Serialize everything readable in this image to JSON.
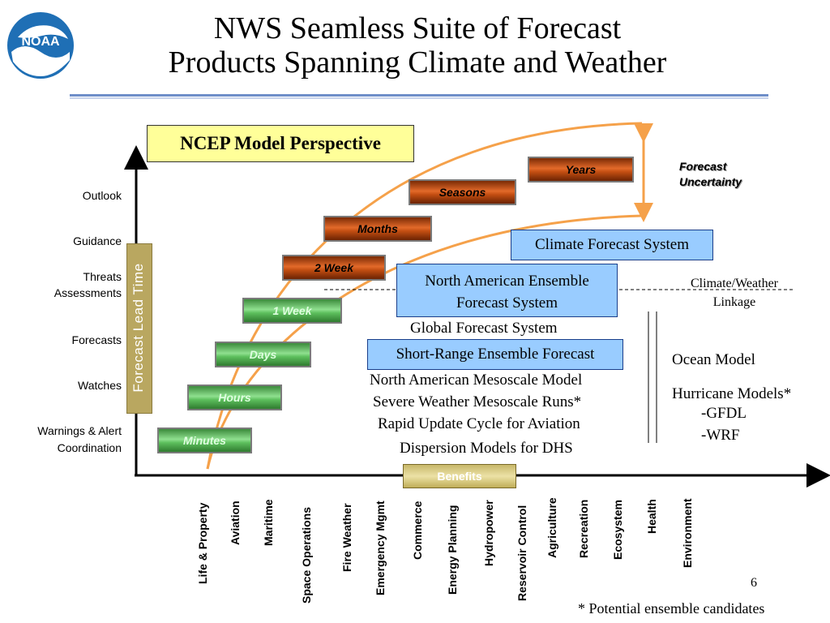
{
  "title_line1": "NWS Seamless Suite of Forecast",
  "title_line2": "Products Spanning Climate and Weather",
  "logo_text": "NOAA",
  "perspective_label": "NCEP Model Perspective",
  "y_axis": {
    "bar_label": "Forecast Lead Time",
    "labels": [
      "Outlook",
      "Guidance",
      "Threats",
      "Assessments",
      "Forecasts",
      "Watches",
      "Warnings & Alert",
      "Coordination"
    ]
  },
  "time_ranges": [
    "Minutes",
    "Hours",
    "Days",
    "1 Week",
    "2 Week",
    "Months",
    "Seasons",
    "Years"
  ],
  "forecast_uncertainty": [
    "Forecast",
    "Uncertainty"
  ],
  "models": {
    "cfs": "Climate Forecast System",
    "naefs_line1": "North American Ensemble",
    "naefs_line2": "Forecast System",
    "gfs": "Global Forecast System",
    "sref": "Short-Range Ensemble Forecast",
    "nam": "North American Mesoscale Model",
    "severe": "Severe Weather Mesoscale Runs*",
    "ruc": "Rapid Update Cycle for Aviation",
    "dispersion": "Dispersion Models for DHS",
    "ocean": "Ocean Model",
    "hurricane": "Hurricane Models*",
    "gfdl": "-GFDL",
    "wrf": "-WRF"
  },
  "linkage": [
    "Climate/Weather",
    "Linkage"
  ],
  "benefits_label": "Benefits",
  "benefits": [
    "Life & Property",
    "Aviation",
    "Maritime",
    "Space Operations",
    "Fire Weather",
    "Emergency Mgmt",
    "Commerce",
    "Energy Planning",
    "Hydropower",
    "Reservoir Control",
    "Agriculture",
    "Recreation",
    "Ecosystem",
    "Health",
    "Environment"
  ],
  "page_number": "6",
  "footnote": "* Potential ensemble candidates",
  "colors": {
    "curve": "#f5a14a",
    "model_box": "#99ccff",
    "perspective_box": "#ffff99",
    "lead_bar": "#b9a760"
  }
}
